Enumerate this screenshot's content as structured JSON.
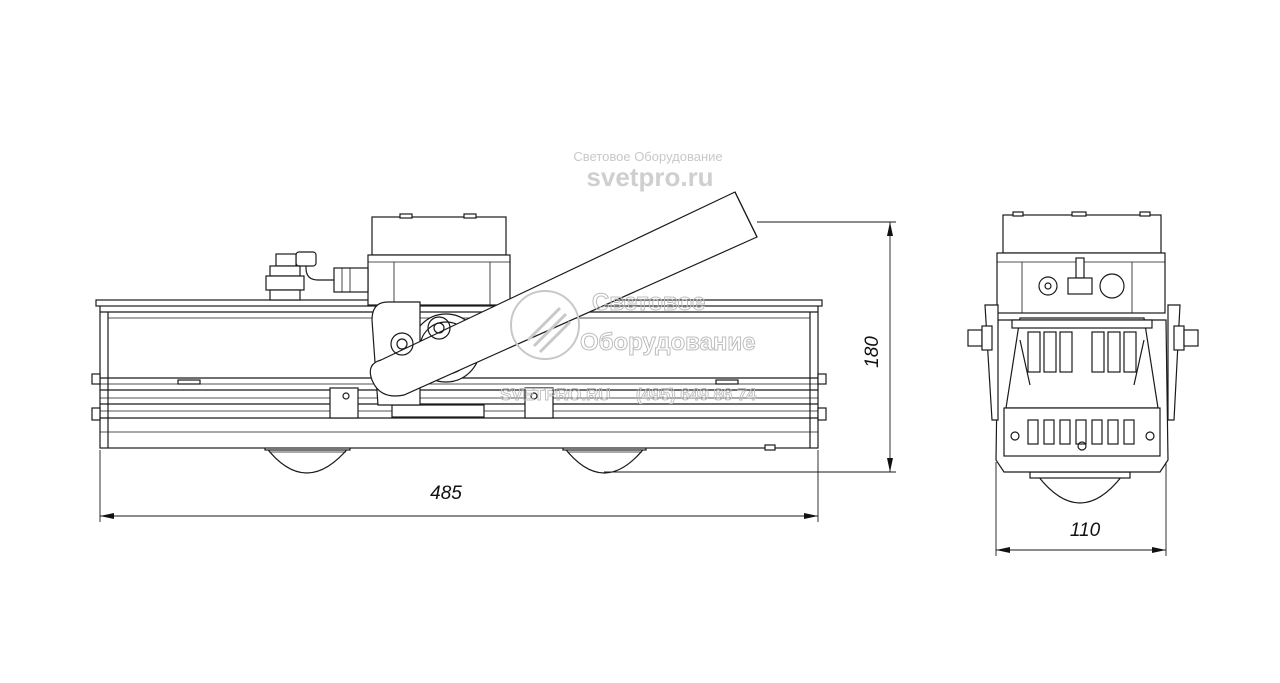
{
  "watermark": {
    "company": "Световое Оборудование",
    "site": "svetpro.ru",
    "logo_line1": "Световое",
    "logo_line2": "Оборудование",
    "phone": "(495) 649 86 74",
    "site_small": "SVETPRO.RU"
  },
  "dimensions": {
    "length": "485",
    "height": "180",
    "width": "110"
  }
}
